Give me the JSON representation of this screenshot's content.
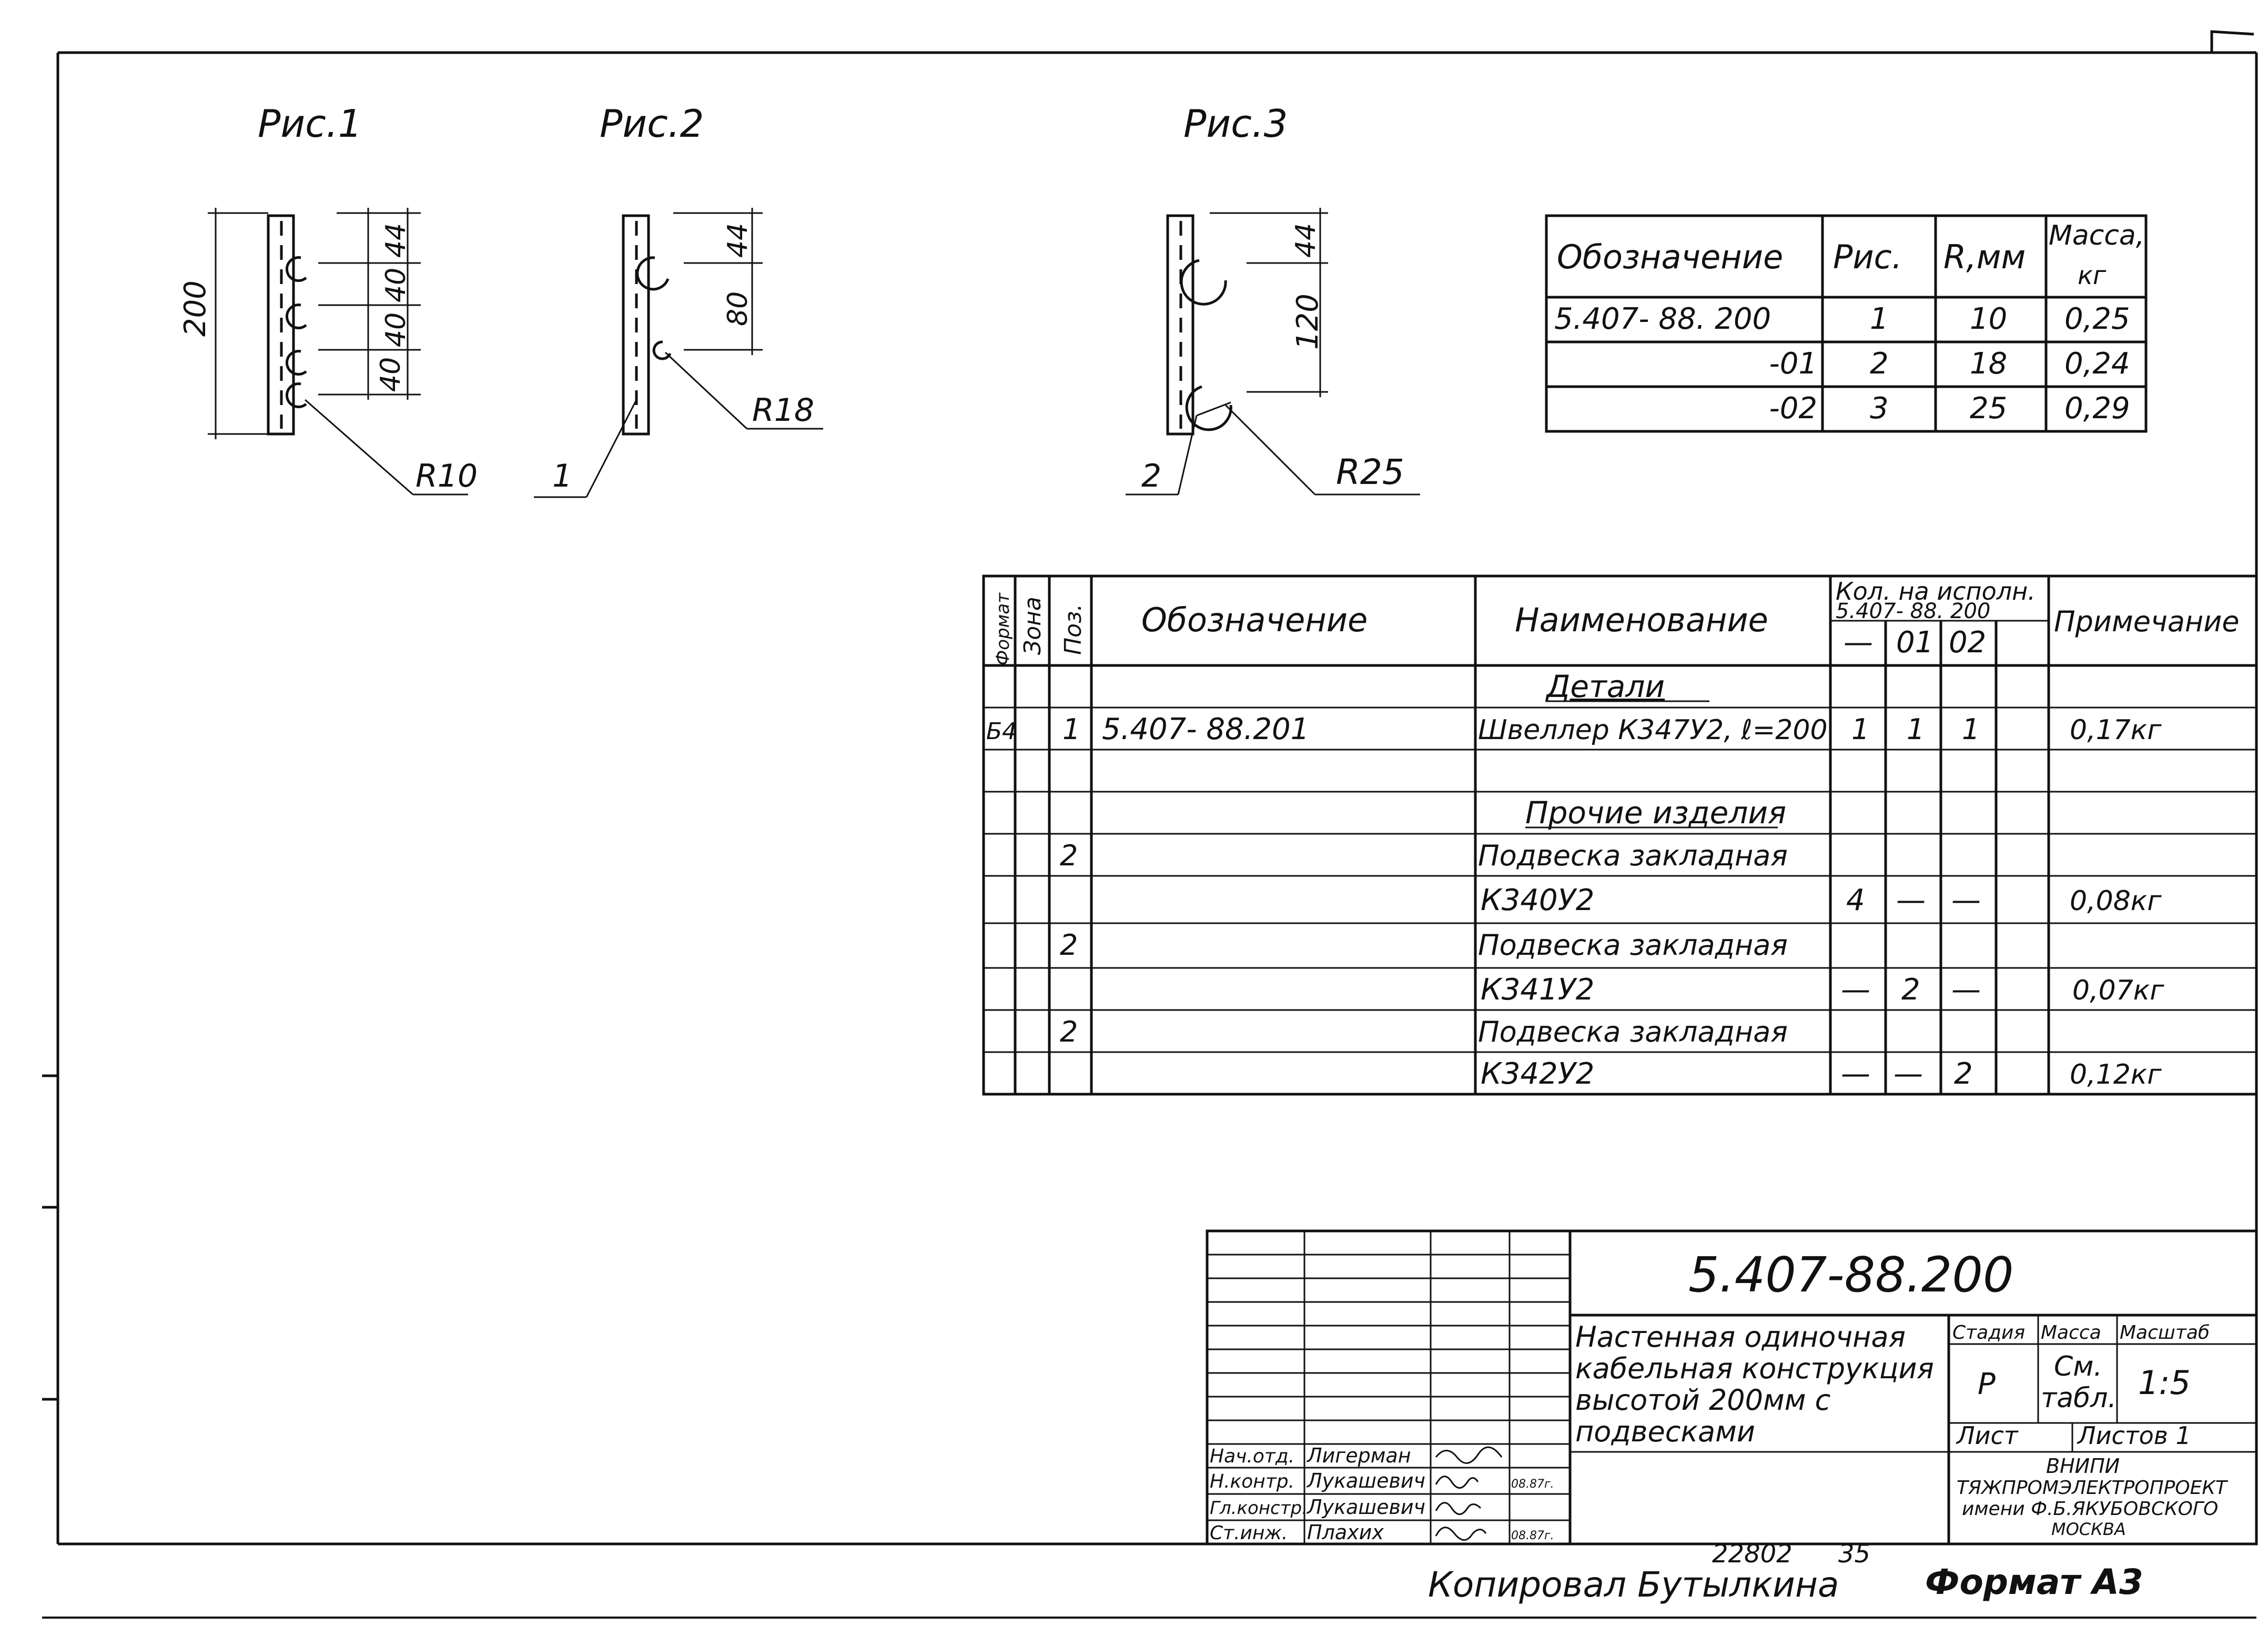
{
  "figures": {
    "fig1": {
      "caption": "Рис.1",
      "height": "200",
      "spacing": [
        "44",
        "40",
        "40",
        "40"
      ],
      "radius": "R10"
    },
    "fig2": {
      "caption": "Рис.2",
      "spacing": [
        "44",
        "80"
      ],
      "radius": "R18",
      "leader": "1"
    },
    "fig3": {
      "caption": "Рис.3",
      "spacing": [
        "44",
        "120"
      ],
      "radius": "R25",
      "leader": "2"
    }
  },
  "variants_table": {
    "headers": [
      "Обозначение",
      "Рис.",
      "R,мм",
      "Масса,",
      "кг"
    ],
    "rows": [
      [
        "5.407- 88. 200",
        "1",
        "10",
        "0,25"
      ],
      [
        "-01",
        "2",
        "18",
        "0,24"
      ],
      [
        "-02",
        "3",
        "25",
        "0,29"
      ]
    ]
  },
  "spec_table": {
    "headers": {
      "format": "Формат",
      "zone": "Зона",
      "pos": "Поз.",
      "designation": "Обозначение",
      "name": "Наименование",
      "qty_title": "Кол. на исполн.",
      "qty_doc": "5.407- 88. 200",
      "qty_cols": [
        "—",
        "01",
        "02"
      ],
      "note": "Примечание"
    },
    "section_details": "Детали",
    "section_other": "Прочие изделия",
    "rows": [
      [
        "Б4",
        "",
        "1",
        "5.407- 88.201",
        "Швеллер К347У2, ℓ=200",
        "1",
        "1",
        "1",
        "",
        "0,17кг"
      ],
      [
        "",
        "",
        "2",
        "",
        "Подвеска закладная",
        "",
        "",
        "",
        "",
        ""
      ],
      [
        "",
        "",
        "",
        "",
        "К340У2",
        "4",
        "—",
        "—",
        "",
        "0,08кг"
      ],
      [
        "",
        "",
        "2",
        "",
        "Подвеска закладная",
        "",
        "",
        "",
        "",
        ""
      ],
      [
        "",
        "",
        "",
        "",
        "К341У2",
        "—",
        "2",
        "—",
        "",
        "0,07кг"
      ],
      [
        "",
        "",
        "2",
        "",
        "Подвеска закладная",
        "",
        "",
        "",
        "",
        ""
      ],
      [
        "",
        "",
        "",
        "",
        "К342У2",
        "—",
        "—",
        "2",
        "",
        "0,12кг"
      ]
    ]
  },
  "title_block": {
    "doc_number": "5.407-88.200",
    "title_lines": [
      "Настенная одиночная",
      "кабельная конструкция",
      "высотой 200мм с",
      "подвесками"
    ],
    "stage_label": "Стадия",
    "stage": "Р",
    "mass_label": "Масса",
    "mass_line1": "См.",
    "mass_line2": "табл.",
    "scale_label": "Масштаб",
    "scale": "1:5",
    "sheet_label": "Лист",
    "sheets_label": "Листов 1",
    "org_lines": [
      "ВНИПИ",
      "ТЯЖПРОМЭЛЕКТРОПРОЕКТ",
      "имени Ф.Б.ЯКУБОВСКОГО",
      "МОСКВА"
    ],
    "signers": [
      {
        "role": "Нач.отд.",
        "name": "Лигерман",
        "date": ""
      },
      {
        "role": "Н.контр.",
        "name": "Лукашевич",
        "date": "08.87г."
      },
      {
        "role": "Гл.констр.",
        "name": "Лукашевич",
        "date": ""
      },
      {
        "role": "Ст.инж.",
        "name": "Плахих",
        "date": "08.87г."
      }
    ]
  },
  "footer": {
    "inventory": "22802",
    "page": "35",
    "copied_by": "Копировал Бутылкина",
    "format": "Формат А3"
  }
}
